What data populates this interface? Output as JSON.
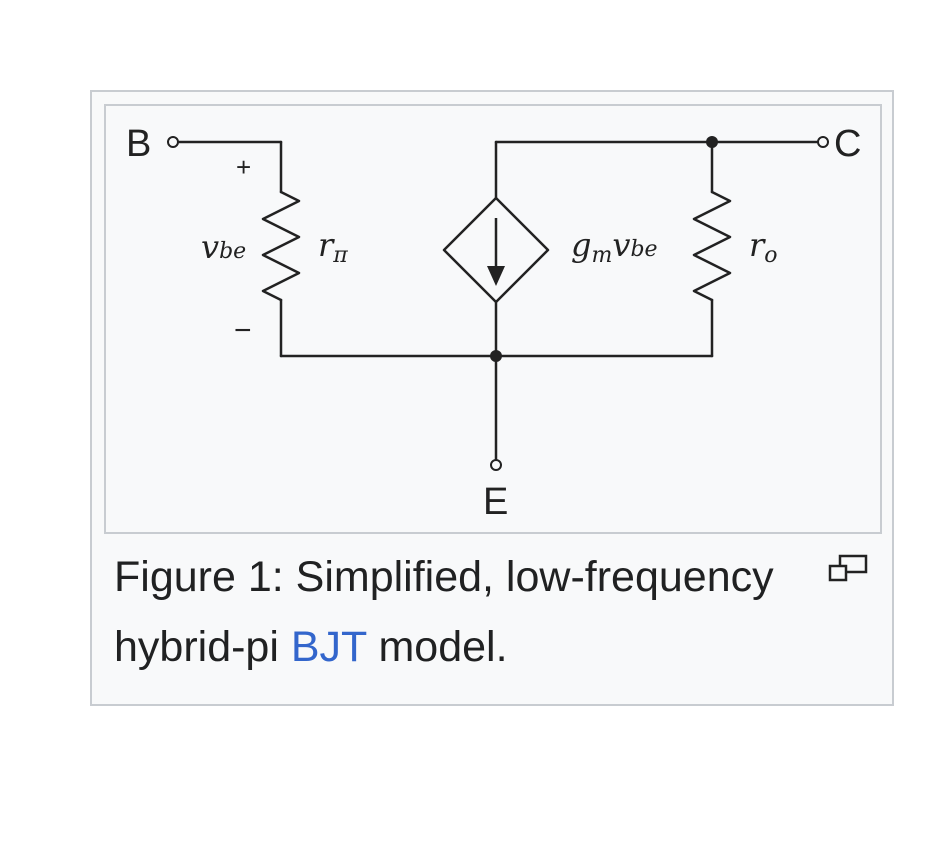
{
  "diagram": {
    "terminals": {
      "base": "B",
      "collector": "C",
      "emitter": "E"
    },
    "polarity": {
      "plus": "+",
      "minus": "−"
    },
    "labels": {
      "vbe_main": "v",
      "vbe_sub": "be",
      "rpi_main": "r",
      "rpi_sub": "π",
      "gm_main": "g",
      "gm_sub": "m",
      "gm_v": "v",
      "gm_v_sub": "be",
      "ro_main": "r",
      "ro_sub": "o"
    }
  },
  "caption": {
    "prefix": "Figure 1: Simplified, low-frequency hybrid-pi ",
    "link": "BJT",
    "suffix": " model."
  },
  "icons": {
    "magnify": "magnify-icon"
  }
}
